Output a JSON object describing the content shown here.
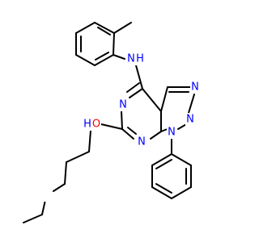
{
  "colors": {
    "bond": "#000000",
    "N": "#0000ff",
    "O": "#ff0000",
    "background": "#ffffff"
  },
  "atoms": [
    {
      "label": "N",
      "element": "N"
    },
    {
      "label": "H",
      "element": "N"
    },
    {
      "label": "N",
      "element": "N"
    },
    {
      "label": "N",
      "element": "N"
    },
    {
      "label": "N",
      "element": "N"
    },
    {
      "label": "N",
      "element": "N"
    },
    {
      "label": "N",
      "element": "N"
    },
    {
      "label": "H",
      "element": "N"
    },
    {
      "label": "O",
      "element": "O"
    }
  ]
}
